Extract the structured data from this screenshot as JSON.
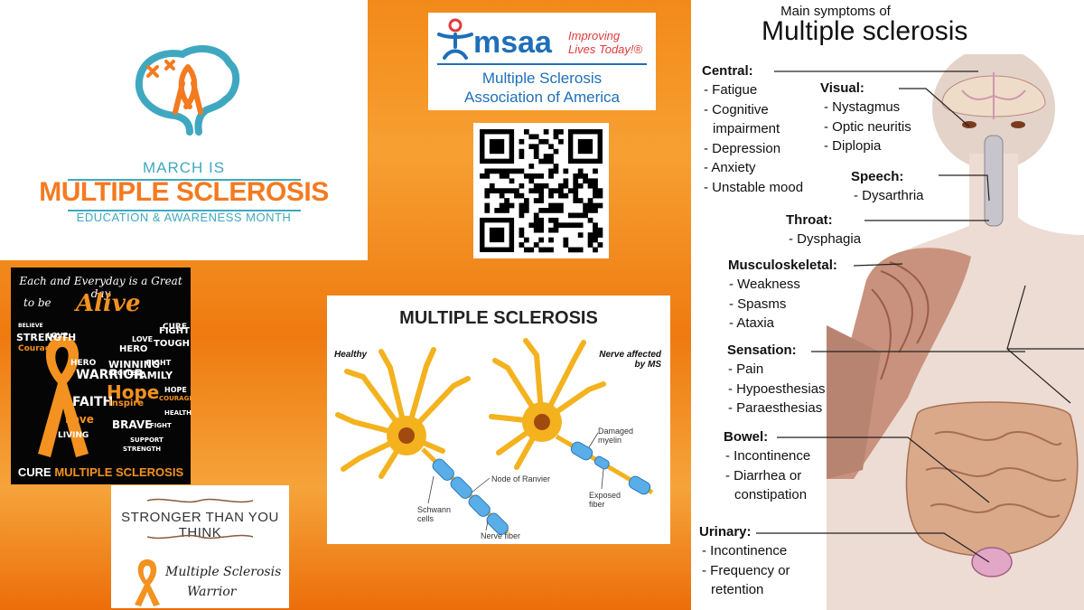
{
  "march_card": {
    "line1": "MARCH IS",
    "line2": "MULTIPLE SCLEROSIS",
    "line3": "EDUCATION & AWARENESS MONTH"
  },
  "msaa": {
    "brand": "msaa",
    "tagline1": "Improving",
    "tagline2": "Lives Today!®",
    "name1": "Multiple Sclerosis",
    "name2": "Association of America"
  },
  "alive_card": {
    "line1": "Each and Everyday is a Great day",
    "line2a": "to be",
    "line2b": "Alive",
    "cure": "CURE",
    "cure_rest": "MULTIPLE SCLEROSIS",
    "words": [
      "BELIEVE",
      "STRENGTH",
      "Courage",
      "HERO",
      "WINNING",
      "FIGHT",
      "CURE",
      "TOUGH",
      "LOVE",
      "FAMILY",
      "Hope",
      "WARRIOR",
      "FAITH",
      "BRAVE",
      "HOPE",
      "HEALTH",
      "COURAGE",
      "FIGHT",
      "Love",
      "LIVING",
      "SUPPORT",
      "STRENGTH",
      "HERO",
      "PEOPLE",
      "Inspire",
      "LOVE",
      "FIGHT"
    ]
  },
  "stronger_card": {
    "title": "STRONGER THAN YOU THINK",
    "line1": "Multiple Sclerosis",
    "line2": "Warrior"
  },
  "neuron_card": {
    "title": "MULTIPLE SCLEROSIS",
    "healthy": "Healthy",
    "affected1": "Nerve affected",
    "affected2": "by MS",
    "node": "Node of Ranvier",
    "schwann1": "Schwann",
    "schwann2": "cells",
    "nerve": "Nerve fiber",
    "damaged1": "Damaged",
    "damaged2": "myelin",
    "exposed1": "Exposed",
    "exposed2": "fiber"
  },
  "symptoms": {
    "subtitle": "Main symptoms of",
    "title": "Multiple sclerosis",
    "groups": [
      {
        "label": "Central:",
        "items": [
          "- Fatigue",
          "- Cognitive",
          "  impairment",
          "- Depression",
          "- Anxiety",
          "- Unstable mood"
        ]
      },
      {
        "label": "Visual:",
        "items": [
          "- Nystagmus",
          "- Optic neuritis",
          "- Diplopia"
        ]
      },
      {
        "label": "Speech:",
        "items": [
          "- Dysarthria"
        ]
      },
      {
        "label": "Throat:",
        "items": [
          "- Dysphagia"
        ]
      },
      {
        "label": "Musculoskeletal:",
        "items": [
          "- Weakness",
          "- Spasms",
          "- Ataxia"
        ]
      },
      {
        "label": "Sensation:",
        "items": [
          "- Pain",
          "- Hypoesthesias",
          "- Paraesthesias"
        ]
      },
      {
        "label": "Bowel:",
        "items": [
          "- Incontinence",
          "- Diarrhea or",
          "  constipation"
        ]
      },
      {
        "label": "Urinary:",
        "items": [
          "- Incontinence",
          "- Frequency or",
          "  retention"
        ]
      }
    ]
  },
  "colors": {
    "orange": "#f39220",
    "teal": "#3fa8c0",
    "msaa_blue": "#1e6fb8",
    "msaa_red": "#e03a3a"
  }
}
